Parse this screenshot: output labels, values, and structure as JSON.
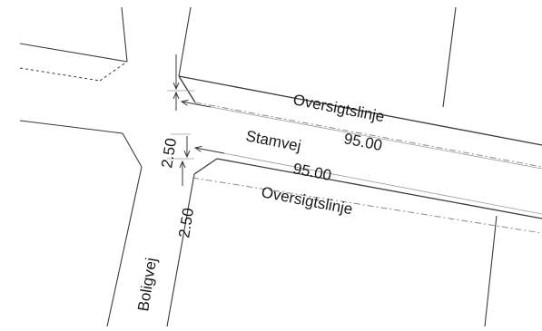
{
  "labels": {
    "sight_line_north": "Oversigtslinje",
    "main_road": "Stamvej",
    "length_north": "95.00",
    "length_south": "95.00",
    "sight_line_south": "Oversigtslinje",
    "setback_upper": "2.50",
    "setback_lower": "2.50",
    "side_road": "Boligvej"
  },
  "colors": {
    "line": "#3a3a3a",
    "sight_line": "#8a8a8a",
    "text": "#1a1a1a",
    "background": "#ffffff"
  }
}
